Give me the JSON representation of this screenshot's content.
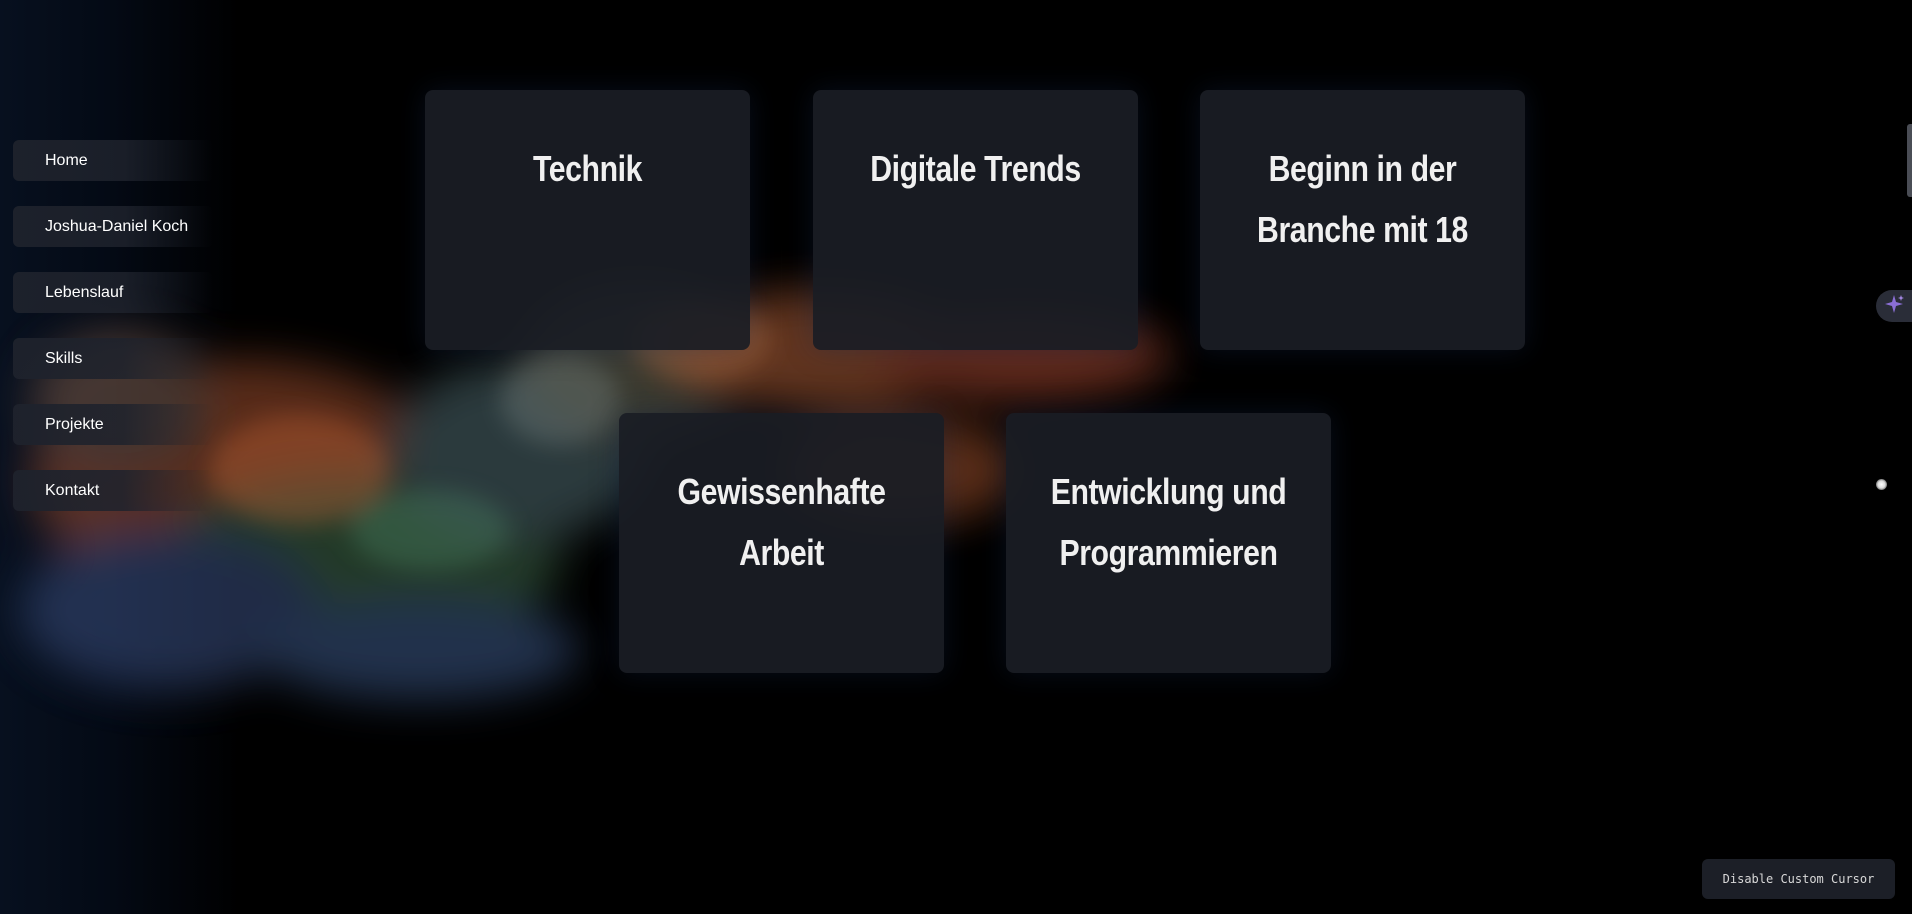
{
  "sidebar": {
    "items": [
      {
        "label": "Home"
      },
      {
        "label": "Joshua-Daniel Koch"
      },
      {
        "label": "Lebenslauf"
      },
      {
        "label": "Skills"
      },
      {
        "label": "Projekte"
      },
      {
        "label": "Kontakt"
      }
    ]
  },
  "cards": [
    {
      "title": "Technik"
    },
    {
      "title": "Digitale Trends"
    },
    {
      "title": "Beginn in der Branche mit 18"
    },
    {
      "title": "Gewissenhafte Arbeit"
    },
    {
      "title": "Entwicklung und Programmieren"
    }
  ],
  "cursor_toggle": {
    "label": "Disable Custom Cursor"
  },
  "icons": {
    "ai_tab": "sparkle-icon"
  },
  "colors": {
    "background": "#000000",
    "card": "#1a1d25",
    "nav_item": "#1e222c",
    "sparkle_accent": "#8b6fd6"
  }
}
